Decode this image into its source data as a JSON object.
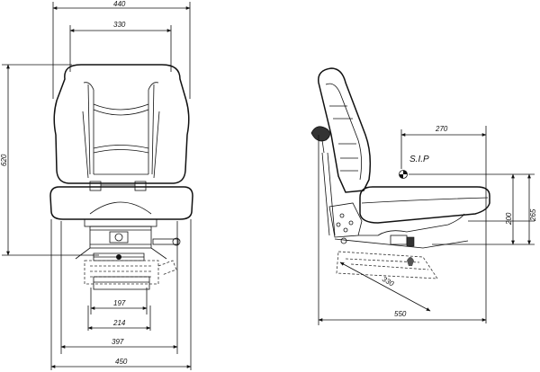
{
  "front_view": {
    "dims": {
      "top_width": "440",
      "back_width": "330",
      "height": "620",
      "rail_inner": "197",
      "rail_mid": "214",
      "rail_outer": "397",
      "base_width": "450"
    }
  },
  "side_view": {
    "dims": {
      "sip_offset": "270",
      "sip_label": "S.I.P",
      "cushion_height": "200",
      "total_height": "265",
      "slide_travel": "330",
      "depth": "550"
    }
  }
}
